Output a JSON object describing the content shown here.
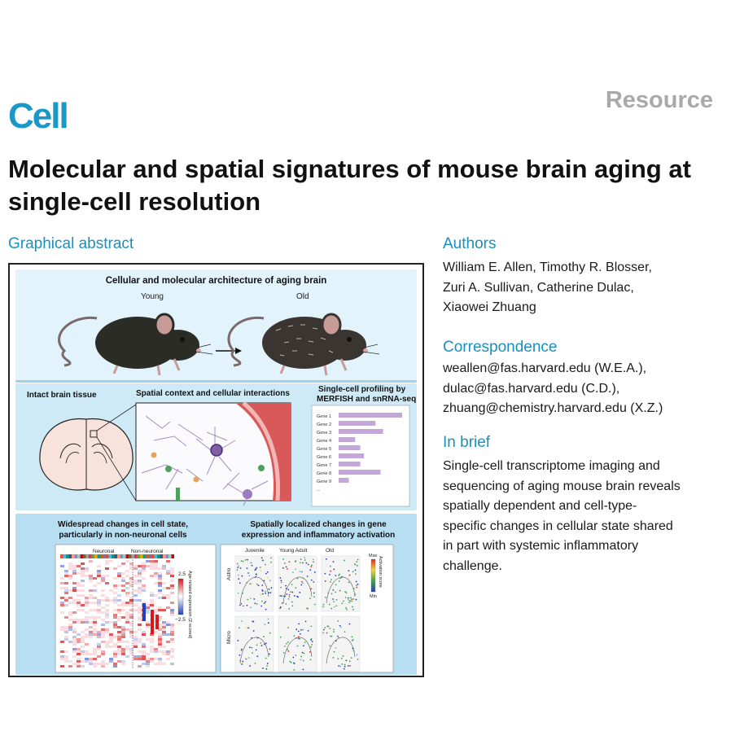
{
  "journal": {
    "logo": "Cell",
    "article_type": "Resource"
  },
  "title": "Molecular and spatial signatures of mouse brain aging at single-cell resolution",
  "graphical_abstract": {
    "heading": "Graphical abstract",
    "panel1": {
      "title": "Cellular and molecular architecture of aging brain",
      "young": "Young",
      "old": "Old"
    },
    "panel2": {
      "tissue_title": "Intact brain tissue",
      "spatial_title": "Spatial context and cellular interactions",
      "profiling_title_1": "Single-cell profiling by",
      "profiling_title_2": "MERFISH and snRNA-seq",
      "genes": [
        "Gene 1",
        "Gene 2",
        "Gene 3",
        "Gene 4",
        "Gene 5",
        "Gene 6",
        "Gene 7",
        "Gene 8",
        "Gene 9",
        "..."
      ],
      "gene_bar_values": [
        1.0,
        0.58,
        0.7,
        0.26,
        0.34,
        0.4,
        0.34,
        0.66,
        0.16,
        0
      ]
    },
    "panel3": {
      "left_title_1": "Widespread changes in cell state,",
      "left_title_2": "particularly in non-neuronal cells",
      "neuronal": "Neuronal",
      "non_neuronal": "Non-neuronal",
      "scale_max": "2.5",
      "scale_min": "−2.5",
      "scale_label": "Age-related expression (Z-scored)",
      "right_title_1": "Spatially localized changes in gene",
      "right_title_2": "expression and inflammatory activation",
      "ages": [
        "Juvenile",
        "Young Adult",
        "Old"
      ],
      "rows": [
        "Astro",
        "Micro"
      ],
      "activation_max": "Max",
      "activation_min": "Min",
      "activation_label": "Activation score"
    }
  },
  "authors": {
    "heading": "Authors",
    "lines": [
      "William E. Allen, Timothy R. Blosser,",
      "Zuri A. Sullivan, Catherine Dulac,",
      "Xiaowei Zhuang"
    ]
  },
  "correspondence": {
    "heading": "Correspondence",
    "lines": [
      "weallen@fas.harvard.edu (W.E.A.),",
      "dulac@fas.harvard.edu (C.D.),",
      "zhuang@chemistry.harvard.edu (X.Z.)"
    ]
  },
  "in_brief": {
    "heading": "In brief",
    "lines": [
      "Single-cell transcriptome imaging and",
      "sequencing of aging mouse brain reveals",
      "spatially dependent and cell-type-",
      "specific changes in cellular state shared",
      "in part with systemic inflammatory",
      "challenge."
    ]
  }
}
